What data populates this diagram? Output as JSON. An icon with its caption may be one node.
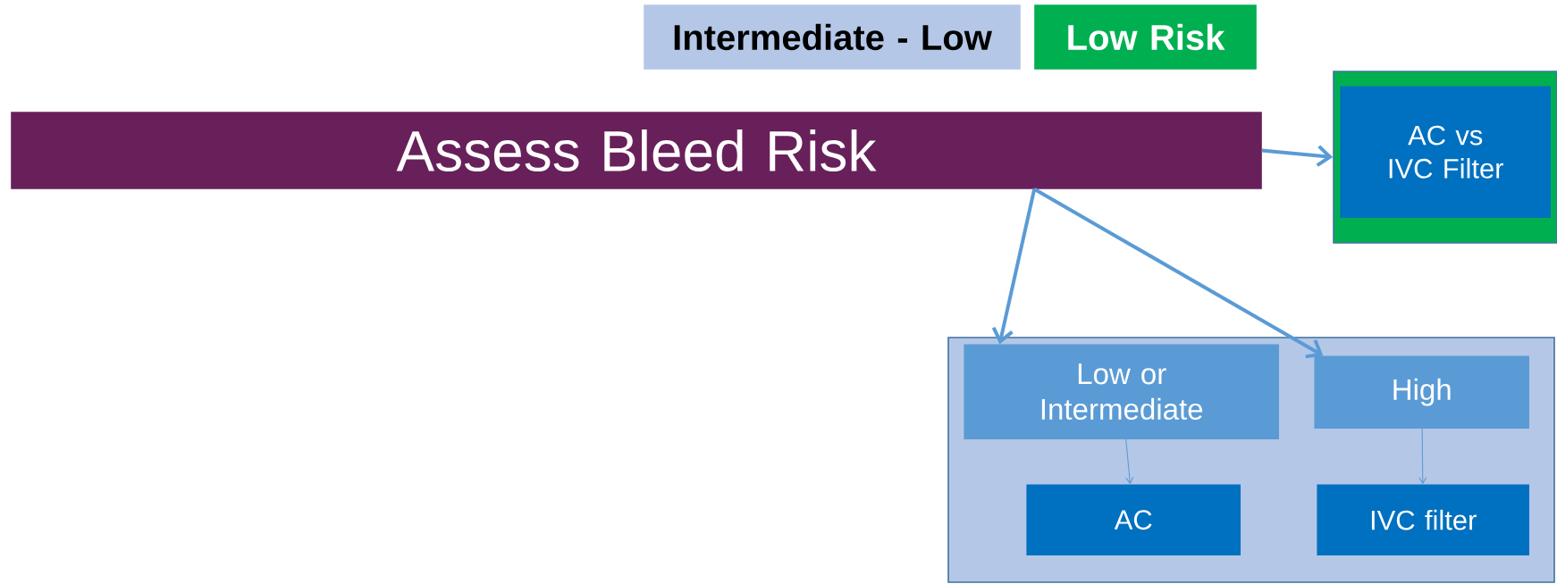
{
  "diagram": {
    "nodes": [
      {
        "text": [
          "Intermediate - Low"
        ]
      },
      {
        "text": [
          "Low Risk"
        ]
      },
      {
        "text": [
          "Assess Bleed Risk"
        ]
      },
      {
        "text": [],
        "shape": "box"
      },
      {
        "text": [
          "AC vs IVC Filter"
        ],
        "in": 3
      },
      {
        "text": [],
        "shape": "box"
      },
      {
        "text": [
          "Low or Intermediate"
        ],
        "in": 5
      },
      {
        "text": [
          "High"
        ],
        "in": 5
      },
      {
        "text": [
          "AC"
        ],
        "in": 5
      },
      {
        "text": [
          "IVC filter"
        ],
        "in": 5
      }
    ],
    "edges": [
      {
        "from": 2,
        "to": 3,
        "arrow": "to"
      },
      {
        "from": 2,
        "to": 6,
        "arrow": "to"
      },
      {
        "from": 2,
        "to": 7,
        "arrow": "to"
      },
      {
        "from": 6,
        "to": 8,
        "arrow": "to"
      },
      {
        "from": 7,
        "to": 9,
        "arrow": "to"
      }
    ]
  }
}
